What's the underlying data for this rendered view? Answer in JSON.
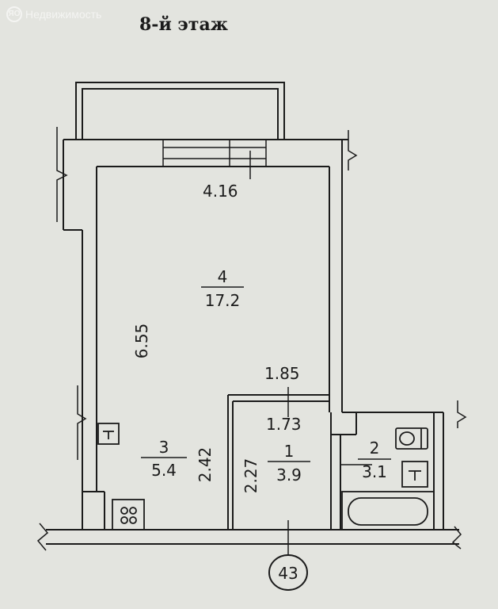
{
  "watermark": {
    "logo": "ЯО",
    "text": "Недвижимость"
  },
  "title": "8-й этаж",
  "dimensions": {
    "room_width": "4.16",
    "room_length": "6.55",
    "corridor_width": "1.85",
    "kitchen_length": "2.42",
    "hall_length": "2.27",
    "hall_width": "1.73"
  },
  "rooms": [
    {
      "number": "4",
      "area": "17.2"
    },
    {
      "number": "3",
      "area": "5.4"
    },
    {
      "number": "1",
      "area": "3.9"
    },
    {
      "number": "2",
      "area": "3.1"
    }
  ],
  "axis_label": "43",
  "colors": {
    "background": "#e3e4df",
    "line": "#1b1b1b",
    "watermark": "#f4f4f2"
  },
  "icons": [
    "stove-icon",
    "sink-icon",
    "toilet-icon",
    "bathtub-icon"
  ]
}
